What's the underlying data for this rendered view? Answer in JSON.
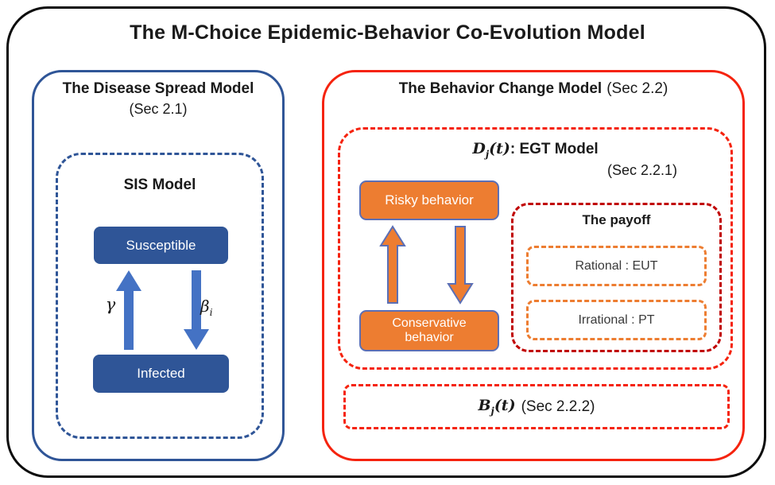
{
  "title": "The M-Choice Epidemic-Behavior Co-Evolution Model",
  "colors": {
    "blue": "#2F5597",
    "blue_arrow": "#4472C4",
    "red": "#F5230E",
    "red_dark": "#C00000",
    "orange": "#ED7D31",
    "arrow_outline": "#5B6FB5",
    "ink": "#1A1A1A"
  },
  "disease_model": {
    "title": "The Disease Spread Model",
    "section": "(Sec 2.1)",
    "sis": {
      "title": "SIS Model",
      "susceptible_label": "Susceptible",
      "infected_label": "Infected",
      "recovery_rate_symbol": "γ",
      "infection_rate_symbol": "β",
      "infection_rate_subscript": "i"
    }
  },
  "behavior_model": {
    "title": "The Behavior Change Model",
    "section": "(Sec 2.2)",
    "egt": {
      "term_base": "D",
      "term_sub": "j",
      "term_args": "(t)",
      "title_rest": ": EGT Model",
      "section": "(Sec 2.2.1)",
      "risky_label": "Risky behavior",
      "conservative_line1": "Conservative",
      "conservative_line2": "behavior",
      "payoff": {
        "title": "The payoff",
        "rational_label": "Rational : EUT",
        "irrational_label": "Irrational : PT"
      }
    },
    "bj": {
      "term_base": "B",
      "term_sub": "j",
      "term_args": "(t)",
      "section": "(Sec 2.2.2)"
    }
  }
}
